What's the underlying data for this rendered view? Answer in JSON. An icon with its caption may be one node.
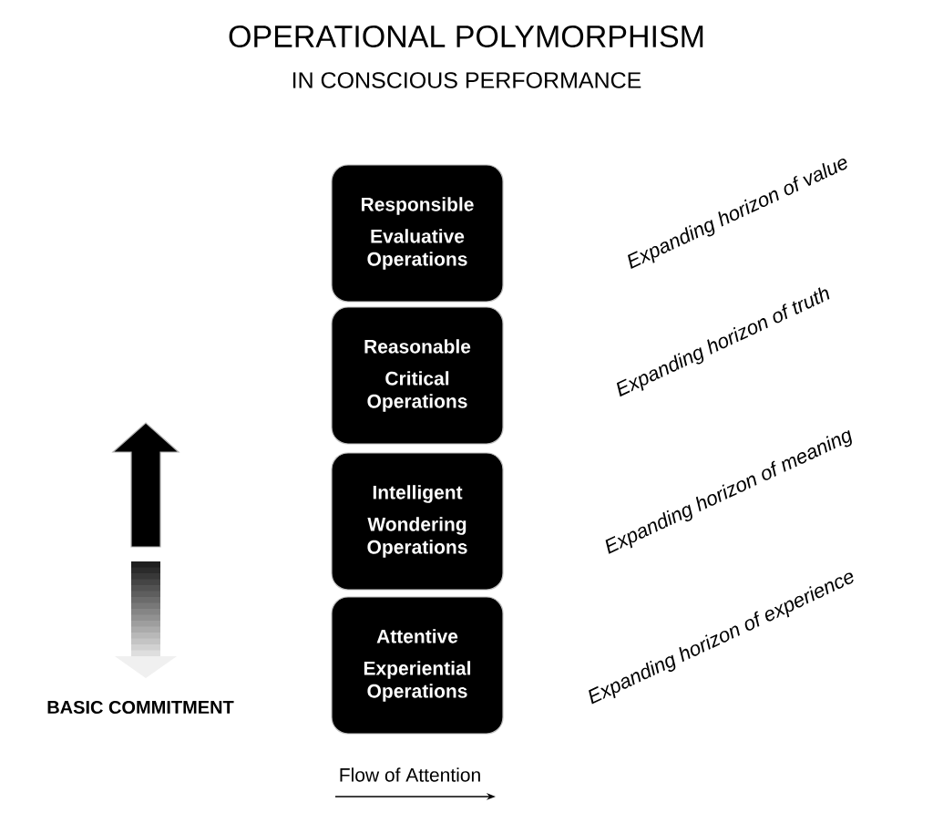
{
  "diagram": {
    "title": "OPERATIONAL POLYMORPHISM",
    "nodes": [
      {
        "text": [
          "Responsible",
          "Evaluative Operations"
        ]
      },
      {
        "text": [
          "Reasonable",
          "Critical Operations"
        ]
      },
      {
        "text": [
          "Intelligent",
          "Wondering Operations"
        ]
      },
      {
        "text": [
          "Attentive",
          "Experiential Operations"
        ]
      }
    ],
    "labels": [
      "IN CONSCIOUS PERFORMANCE",
      "Expanding horizon of value",
      "Expanding horizon of truth",
      "Expanding horizon of meaning",
      "Expanding horizon of experience",
      "BASIC COMMITMENT",
      "Flow of Attention"
    ]
  }
}
